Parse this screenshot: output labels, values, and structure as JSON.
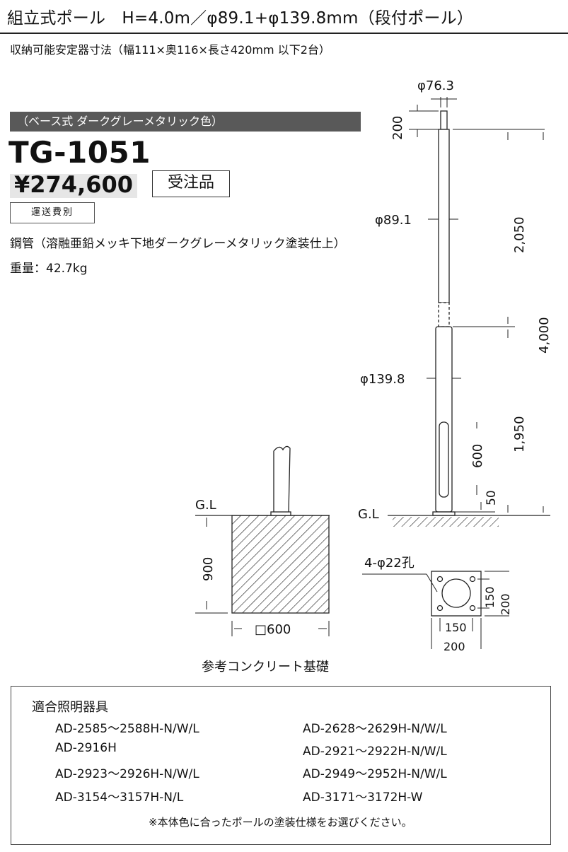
{
  "header": {
    "title": "組立式ポール　H=4.0m／φ89.1+φ139.8mm（段付ポール）",
    "subtitle": "収納可能安定器寸法（幅111×奥116×長さ420mm 以下2台）"
  },
  "product": {
    "base_label": "（ベース式 ダークグレーメタリック色）",
    "model": "TG-1051",
    "price": "¥274,600",
    "order_badge": "受注品",
    "shipping_badge": "運送費別",
    "material": "鋼管（溶融亜鉛メッキ下地ダークグレーメタリック塗装仕上）",
    "weight": "重量：42.7kg"
  },
  "drawing": {
    "pole_dims": {
      "top_diameter": "φ76.3",
      "top_height": "200",
      "upper_diameter": "φ89.1",
      "upper_length": "2,050",
      "total_height": "4,000",
      "lower_diameter": "φ139.8",
      "lower_length": "1,950",
      "door_height": "600",
      "base_offset": "50",
      "ground_label": "G.L"
    },
    "base_plate": {
      "holes": "4-φ22孔",
      "hole_pitch_v": "150",
      "plate_v": "200",
      "hole_pitch_h": "150",
      "plate_h": "200"
    },
    "foundation": {
      "ground_label": "G.L",
      "depth": "900",
      "width": "□600",
      "caption": "参考コンクリート基礎"
    }
  },
  "fixtures": {
    "title": "適合照明器具",
    "items": [
      "AD-2585～2588H-N/W/L",
      "AD-2628～2629H-N/W/L",
      "AD-2916H",
      "AD-2921～2922H-N/W/L",
      "AD-2923～2926H-N/W/L",
      "AD-2949～2952H-N/W/L",
      "AD-3154～3157H-N/L",
      "AD-3171～3172H-W"
    ],
    "note": "※本体色に合ったポールの塗装仕様をお選びください。"
  }
}
